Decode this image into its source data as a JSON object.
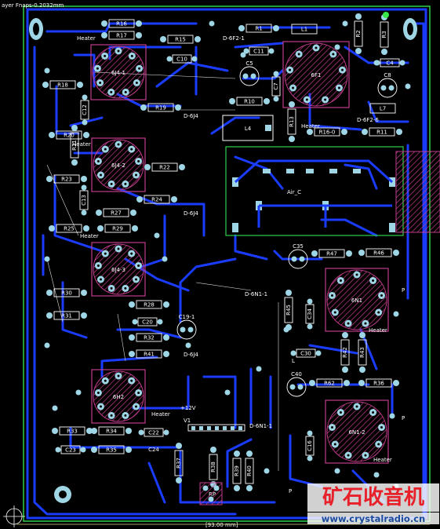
{
  "app": {
    "title_fragment": "ayer Fnaps-0.2032mm",
    "dimension_readout": "[93.00 mm]"
  },
  "colors": {
    "background": "#000000",
    "trace": "#1a3cff",
    "board_outline": "#2fd04a",
    "silkscreen": "#ffffff",
    "component_body": "#c23c8c",
    "pad": "#9fd6e6",
    "watermark_red": "#e8202a",
    "watermark_url": "#1c4a9a"
  },
  "tubes": [
    {
      "ref": "6J4-1"
    },
    {
      "ref": "6J4-2"
    },
    {
      "ref": "6J4-3"
    },
    {
      "ref": "6H2"
    },
    {
      "ref": "6F1"
    },
    {
      "ref": "6N1"
    },
    {
      "ref": "6N1-2"
    }
  ],
  "resistors": [
    {
      "ref": "R16"
    },
    {
      "ref": "R17"
    },
    {
      "ref": "R15"
    },
    {
      "ref": "R18"
    },
    {
      "ref": "R19"
    },
    {
      "ref": "R20"
    },
    {
      "ref": "R21"
    },
    {
      "ref": "R22"
    },
    {
      "ref": "R23"
    },
    {
      "ref": "R24"
    },
    {
      "ref": "R27"
    },
    {
      "ref": "R25"
    },
    {
      "ref": "R29"
    },
    {
      "ref": "R30"
    },
    {
      "ref": "R31"
    },
    {
      "ref": "R28"
    },
    {
      "ref": "R32"
    },
    {
      "ref": "R41"
    },
    {
      "ref": "R33"
    },
    {
      "ref": "R34"
    },
    {
      "ref": "R35"
    },
    {
      "ref": "R1"
    },
    {
      "ref": "R10"
    },
    {
      "ref": "R11"
    },
    {
      "ref": "R13"
    },
    {
      "ref": "R16-0"
    },
    {
      "ref": "R47"
    },
    {
      "ref": "R46"
    },
    {
      "ref": "R45"
    },
    {
      "ref": "R42"
    },
    {
      "ref": "R43"
    },
    {
      "ref": "R62"
    },
    {
      "ref": "R36"
    },
    {
      "ref": "R37"
    },
    {
      "ref": "R38"
    },
    {
      "ref": "R39"
    },
    {
      "ref": "R40"
    },
    {
      "ref": "R2"
    },
    {
      "ref": "R3"
    }
  ],
  "capacitors": [
    {
      "ref": "C10"
    },
    {
      "ref": "C11"
    },
    {
      "ref": "C12"
    },
    {
      "ref": "C13"
    },
    {
      "ref": "C20"
    },
    {
      "ref": "C22"
    },
    {
      "ref": "C23"
    },
    {
      "ref": "C24"
    },
    {
      "ref": "C34"
    },
    {
      "ref": "C35"
    },
    {
      "ref": "C40"
    },
    {
      "ref": "C4"
    },
    {
      "ref": "C5"
    },
    {
      "ref": "C8"
    },
    {
      "ref": "C7"
    },
    {
      "ref": "C19-1"
    },
    {
      "ref": "C30"
    },
    {
      "ref": "C16"
    }
  ],
  "inductors": [
    {
      "ref": "L1"
    },
    {
      "ref": "L4"
    },
    {
      "ref": "L7"
    }
  ],
  "diodes": [
    {
      "ref": "D-6F2-1"
    },
    {
      "ref": "D-6J4"
    },
    {
      "ref": "D-6J4"
    },
    {
      "ref": "D-6J4"
    },
    {
      "ref": "D-6N1-1"
    },
    {
      "ref": "D-6N1-1"
    },
    {
      "ref": "D-6F2-6"
    }
  ],
  "labels": {
    "heater": "Heater",
    "p": "P",
    "plus12v": "+12V",
    "v1": "V1",
    "rp": "RP",
    "air_c": "Air_C",
    "l": "L"
  },
  "watermark": {
    "cn": "矿石收音机",
    "url": "www.crystalradio.cn"
  }
}
